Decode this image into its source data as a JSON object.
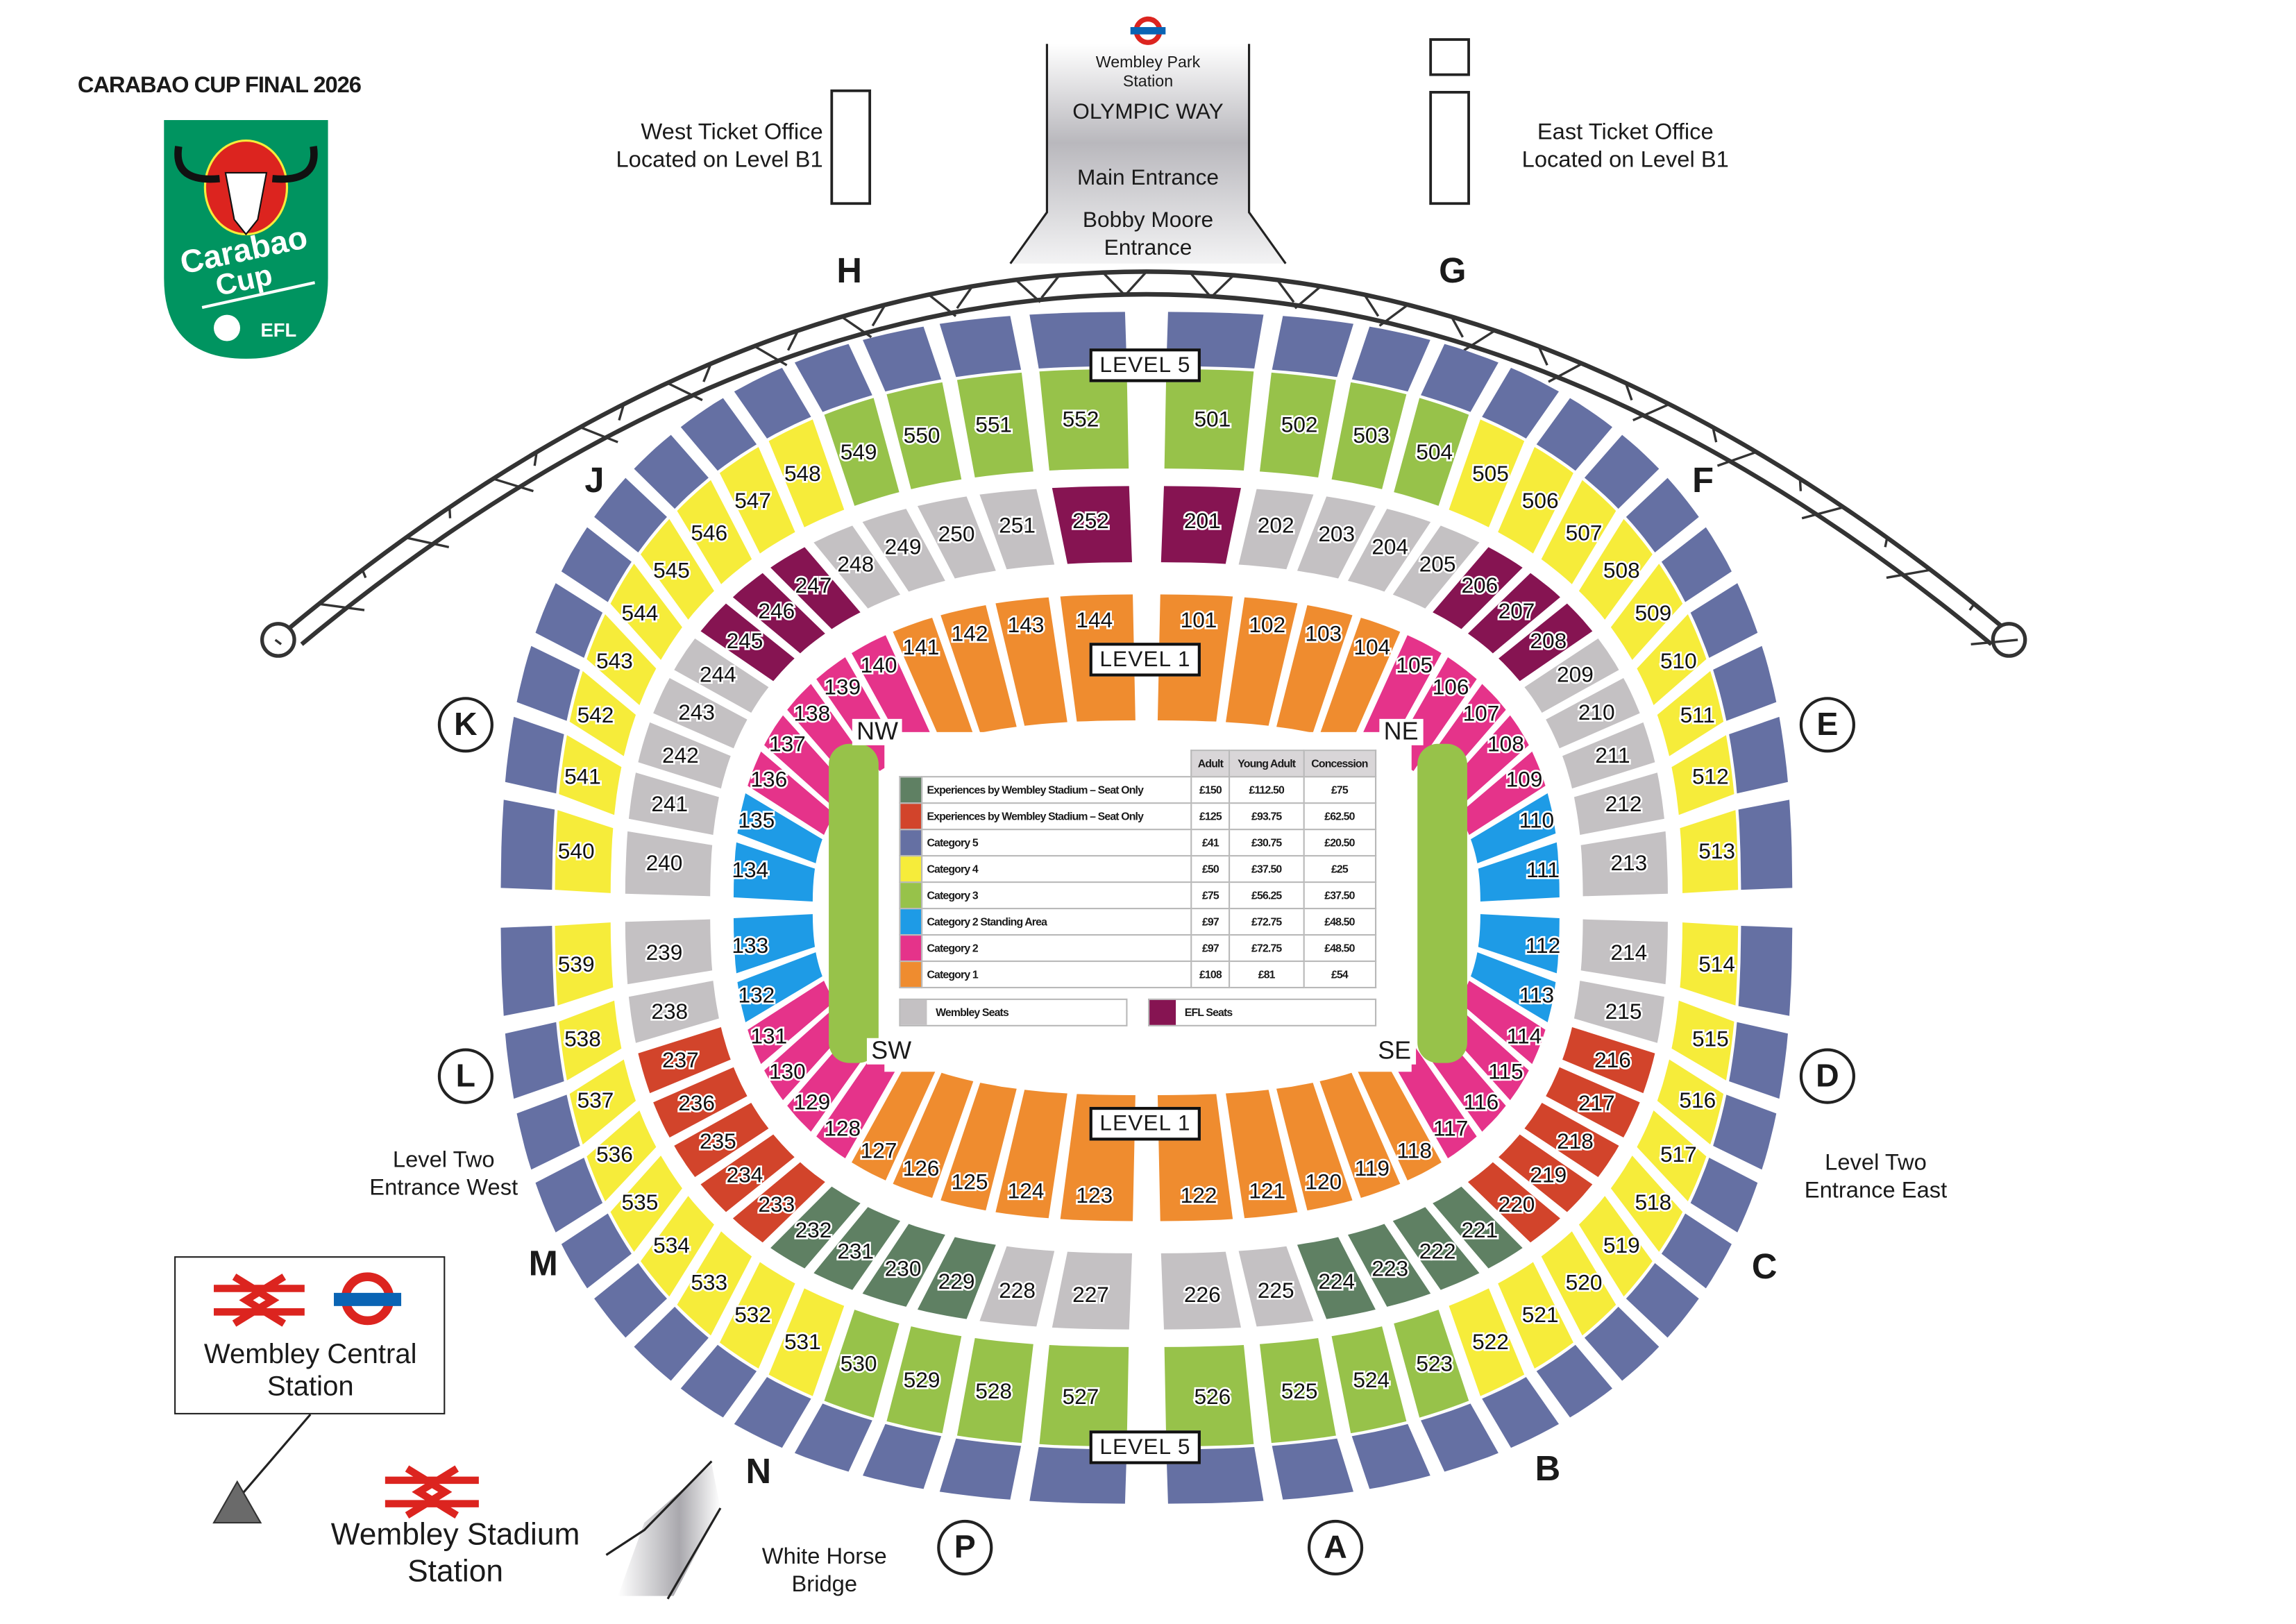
{
  "title": "CARABAO CUP FINAL 2026",
  "logo": {
    "line1": "Carabao",
    "line2": "Cup",
    "badge": "EFL"
  },
  "road": {
    "station": [
      "Wembley Park",
      "Station"
    ],
    "street": "OLYMPIC WAY",
    "main_entrance": "Main Entrance",
    "bobby_moore": [
      "Bobby Moore",
      "Entrance"
    ]
  },
  "west_ticket_office": [
    "West Ticket Office",
    "Located on Level B1"
  ],
  "east_ticket_office": [
    "East Ticket Office",
    "Located on Level B1"
  ],
  "level_two_west": [
    "Level Two",
    "Entrance West"
  ],
  "level_two_east": [
    "Level Two",
    "Entrance East"
  ],
  "wembley_central": [
    "Wembley Central",
    "Station"
  ],
  "wembley_stadium_station": [
    "Wembley Stadium",
    "Station"
  ],
  "white_horse_bridge": [
    "White Horse",
    "Bridge"
  ],
  "level_labels": {
    "level5": "LEVEL 5",
    "level1": "LEVEL 1"
  },
  "corners": {
    "nw": "NW",
    "ne": "NE",
    "sw": "SW",
    "se": "SE"
  },
  "gates": {
    "H": "H",
    "G": "G",
    "F": "F",
    "E": "E",
    "D": "D",
    "C": "C",
    "B": "B",
    "A": "A",
    "P": "P",
    "N": "N",
    "M": "M",
    "L": "L",
    "K": "K",
    "J": "J"
  },
  "colors": {
    "exp150": "#5f8063",
    "exp125": "#d2442b",
    "c5": "#6570a3",
    "c4": "#f6ec3a",
    "c3": "#97c24a",
    "c2s": "#1e9be6",
    "c2": "#e5338a",
    "c1": "#ef8c2f",
    "wem": "#c4c1c3",
    "efl": "#861452",
    "underground_red": "#dc241f",
    "underground_blue": "#0a64b4",
    "logo_green": "#009460"
  },
  "legend": {
    "headers": [
      "Adult",
      "Young Adult",
      "Concession"
    ],
    "rows": [
      {
        "cat": "exp150",
        "label": "Experiences by Wembley Stadium – Seat Only",
        "adult": "£150",
        "young": "£112.50",
        "concession": "£75"
      },
      {
        "cat": "exp125",
        "label": "Experiences by Wembley Stadium – Seat Only",
        "adult": "£125",
        "young": "£93.75",
        "concession": "£62.50"
      },
      {
        "cat": "c5",
        "label": "Category 5",
        "adult": "£41",
        "young": "£30.75",
        "concession": "£20.50"
      },
      {
        "cat": "c4",
        "label": "Category 4",
        "adult": "£50",
        "young": "£37.50",
        "concession": "£25"
      },
      {
        "cat": "c3",
        "label": "Category 3",
        "adult": "£75",
        "young": "£56.25",
        "concession": "£37.50"
      },
      {
        "cat": "c2s",
        "label": "Category 2 Standing Area",
        "adult": "£97",
        "young": "£72.75",
        "concession": "£48.50"
      },
      {
        "cat": "c2",
        "label": "Category 2",
        "adult": "£97",
        "young": "£72.75",
        "concession": "£48.50"
      },
      {
        "cat": "c1",
        "label": "Category 1",
        "adult": "£108",
        "young": "£81",
        "concession": "£54"
      }
    ],
    "extras": [
      {
        "cat": "wem",
        "label": "Wembley Seats"
      },
      {
        "cat": "efl",
        "label": "EFL Seats"
      }
    ]
  },
  "sections": {
    "level1": [
      [
        "101",
        "c1"
      ],
      [
        "102",
        "c1"
      ],
      [
        "103",
        "c1"
      ],
      [
        "104",
        "c1"
      ],
      [
        "105",
        "c2"
      ],
      [
        "106",
        "c2"
      ],
      [
        "107",
        "c2"
      ],
      [
        "108",
        "c2"
      ],
      [
        "109",
        "c2"
      ],
      [
        "110",
        "c2s"
      ],
      [
        "111",
        "c2s"
      ],
      [
        "112",
        "c2s"
      ],
      [
        "113",
        "c2s"
      ],
      [
        "114",
        "c2"
      ],
      [
        "115",
        "c2"
      ],
      [
        "116",
        "c2"
      ],
      [
        "117",
        "c2"
      ],
      [
        "118",
        "c1"
      ],
      [
        "119",
        "c1"
      ],
      [
        "120",
        "c1"
      ],
      [
        "121",
        "c1"
      ],
      [
        "122",
        "c1"
      ],
      [
        "123",
        "c1"
      ],
      [
        "124",
        "c1"
      ],
      [
        "125",
        "c1"
      ],
      [
        "126",
        "c1"
      ],
      [
        "127",
        "c1"
      ],
      [
        "128",
        "c2"
      ],
      [
        "129",
        "c2"
      ],
      [
        "130",
        "c2"
      ],
      [
        "131",
        "c2"
      ],
      [
        "132",
        "c2s"
      ],
      [
        "133",
        "c2s"
      ],
      [
        "134",
        "c2s"
      ],
      [
        "135",
        "c2s"
      ],
      [
        "136",
        "c2"
      ],
      [
        "137",
        "c2"
      ],
      [
        "138",
        "c2"
      ],
      [
        "139",
        "c2"
      ],
      [
        "140",
        "c2"
      ],
      [
        "141",
        "c1"
      ],
      [
        "142",
        "c1"
      ],
      [
        "143",
        "c1"
      ],
      [
        "144",
        "c1"
      ]
    ],
    "level2": [
      [
        "201",
        "efl"
      ],
      [
        "202",
        "wem"
      ],
      [
        "203",
        "wem"
      ],
      [
        "204",
        "wem"
      ],
      [
        "205",
        "wem"
      ],
      [
        "206",
        "efl"
      ],
      [
        "207",
        "efl"
      ],
      [
        "208",
        "efl"
      ],
      [
        "209",
        "wem"
      ],
      [
        "210",
        "wem"
      ],
      [
        "211",
        "wem"
      ],
      [
        "212",
        "wem"
      ],
      [
        "213",
        "wem"
      ],
      [
        "214",
        "wem"
      ],
      [
        "215",
        "wem"
      ],
      [
        "216",
        "exp125"
      ],
      [
        "217",
        "exp125"
      ],
      [
        "218",
        "exp125"
      ],
      [
        "219",
        "exp125"
      ],
      [
        "220",
        "exp125"
      ],
      [
        "221",
        "exp150"
      ],
      [
        "222",
        "exp150"
      ],
      [
        "223",
        "exp150"
      ],
      [
        "224",
        "exp150"
      ],
      [
        "225",
        "wem"
      ],
      [
        "226",
        "wem"
      ],
      [
        "227",
        "wem"
      ],
      [
        "228",
        "wem"
      ],
      [
        "229",
        "exp150"
      ],
      [
        "230",
        "exp150"
      ],
      [
        "231",
        "exp150"
      ],
      [
        "232",
        "exp150"
      ],
      [
        "233",
        "exp125"
      ],
      [
        "234",
        "exp125"
      ],
      [
        "235",
        "exp125"
      ],
      [
        "236",
        "exp125"
      ],
      [
        "237",
        "exp125"
      ],
      [
        "238",
        "wem"
      ],
      [
        "239",
        "wem"
      ],
      [
        "240",
        "wem"
      ],
      [
        "241",
        "wem"
      ],
      [
        "242",
        "wem"
      ],
      [
        "243",
        "wem"
      ],
      [
        "244",
        "wem"
      ],
      [
        "245",
        "efl"
      ],
      [
        "246",
        "efl"
      ],
      [
        "247",
        "efl"
      ],
      [
        "248",
        "wem"
      ],
      [
        "249",
        "wem"
      ],
      [
        "250",
        "wem"
      ],
      [
        "251",
        "wem"
      ],
      [
        "252",
        "efl"
      ]
    ],
    "level5": [
      [
        "501",
        "c3"
      ],
      [
        "502",
        "c3"
      ],
      [
        "503",
        "c3"
      ],
      [
        "504",
        "c3"
      ],
      [
        "505",
        "c4"
      ],
      [
        "506",
        "c4"
      ],
      [
        "507",
        "c4"
      ],
      [
        "508",
        "c4"
      ],
      [
        "509",
        "c4"
      ],
      [
        "510",
        "c4"
      ],
      [
        "511",
        "c4"
      ],
      [
        "512",
        "c4"
      ],
      [
        "513",
        "c4"
      ],
      [
        "514",
        "c4"
      ],
      [
        "515",
        "c4"
      ],
      [
        "516",
        "c4"
      ],
      [
        "517",
        "c4"
      ],
      [
        "518",
        "c4"
      ],
      [
        "519",
        "c4"
      ],
      [
        "520",
        "c4"
      ],
      [
        "521",
        "c4"
      ],
      [
        "522",
        "c4"
      ],
      [
        "523",
        "c3"
      ],
      [
        "524",
        "c3"
      ],
      [
        "525",
        "c3"
      ],
      [
        "526",
        "c3"
      ],
      [
        "527",
        "c3"
      ],
      [
        "528",
        "c3"
      ],
      [
        "529",
        "c3"
      ],
      [
        "530",
        "c3"
      ],
      [
        "531",
        "c4"
      ],
      [
        "532",
        "c4"
      ],
      [
        "533",
        "c4"
      ],
      [
        "534",
        "c4"
      ],
      [
        "535",
        "c4"
      ],
      [
        "536",
        "c4"
      ],
      [
        "537",
        "c4"
      ],
      [
        "538",
        "c4"
      ],
      [
        "539",
        "c4"
      ],
      [
        "540",
        "c4"
      ],
      [
        "541",
        "c4"
      ],
      [
        "542",
        "c4"
      ],
      [
        "543",
        "c4"
      ],
      [
        "544",
        "c4"
      ],
      [
        "545",
        "c4"
      ],
      [
        "546",
        "c4"
      ],
      [
        "547",
        "c4"
      ],
      [
        "548",
        "c4"
      ],
      [
        "549",
        "c3"
      ],
      [
        "550",
        "c3"
      ],
      [
        "551",
        "c3"
      ],
      [
        "552",
        "c3"
      ]
    ],
    "level5_outer_cat": "c5"
  }
}
